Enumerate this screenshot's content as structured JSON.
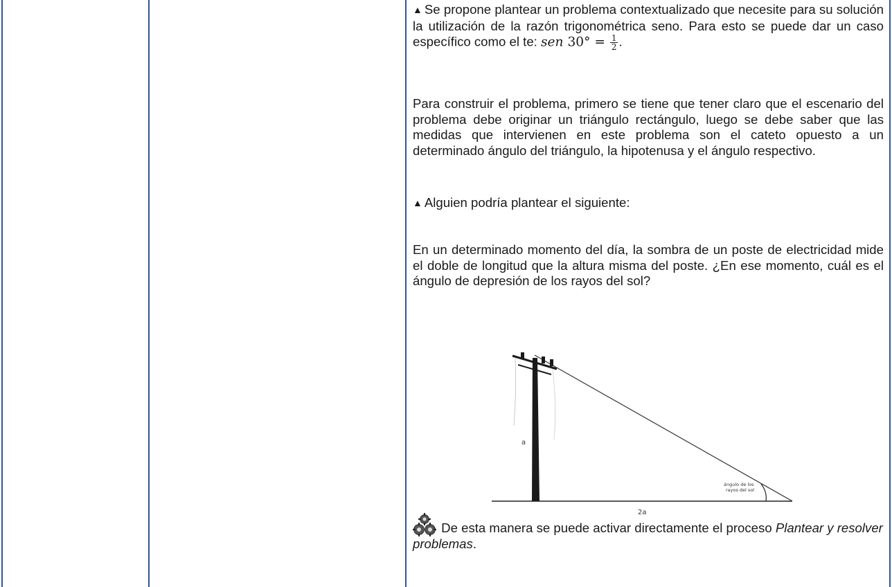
{
  "p1": {
    "text_before": "Se propone plantear un problema contextualizado que necesite para su solución la utilización de la razón trigonométrica seno. Para esto se puede dar un caso específico como el te: ",
    "math_func": "sen",
    "math_angle": "30°",
    "math_eq": " = ",
    "frac_num": "1",
    "frac_den": "2",
    "text_after": "."
  },
  "p2": {
    "text": "Para construir el problema, primero se tiene que tener claro que el escenario del problema debe originar un triángulo rectángulo, luego se debe saber que las medidas que intervienen en este problema son el cateto opuesto a un determinado ángulo del triángulo, la hipotenusa y el ángulo respectivo."
  },
  "p3": {
    "text": "Alguien podría plantear el siguiente:"
  },
  "p4": {
    "text": "En un determinado momento del día, la sombra de un poste de electricidad mide el doble de longitud que la altura misma del poste. ¿En ese momento, cuál es el ángulo de depresión de los rayos del sol?"
  },
  "figure": {
    "label_height": "a",
    "label_base": "2a",
    "angle_label_line1": "ángulo de los",
    "angle_label_line2": "rayos del sol"
  },
  "p5": {
    "text_before": " De esta manera se puede activar directamente el proceso ",
    "text_italic": "Plantear y resolver problemas",
    "text_after": "."
  },
  "icons": {
    "bullet": "triangle-up-icon",
    "gear": "gears-icon"
  },
  "colors": {
    "table_border": "#2f5496"
  }
}
